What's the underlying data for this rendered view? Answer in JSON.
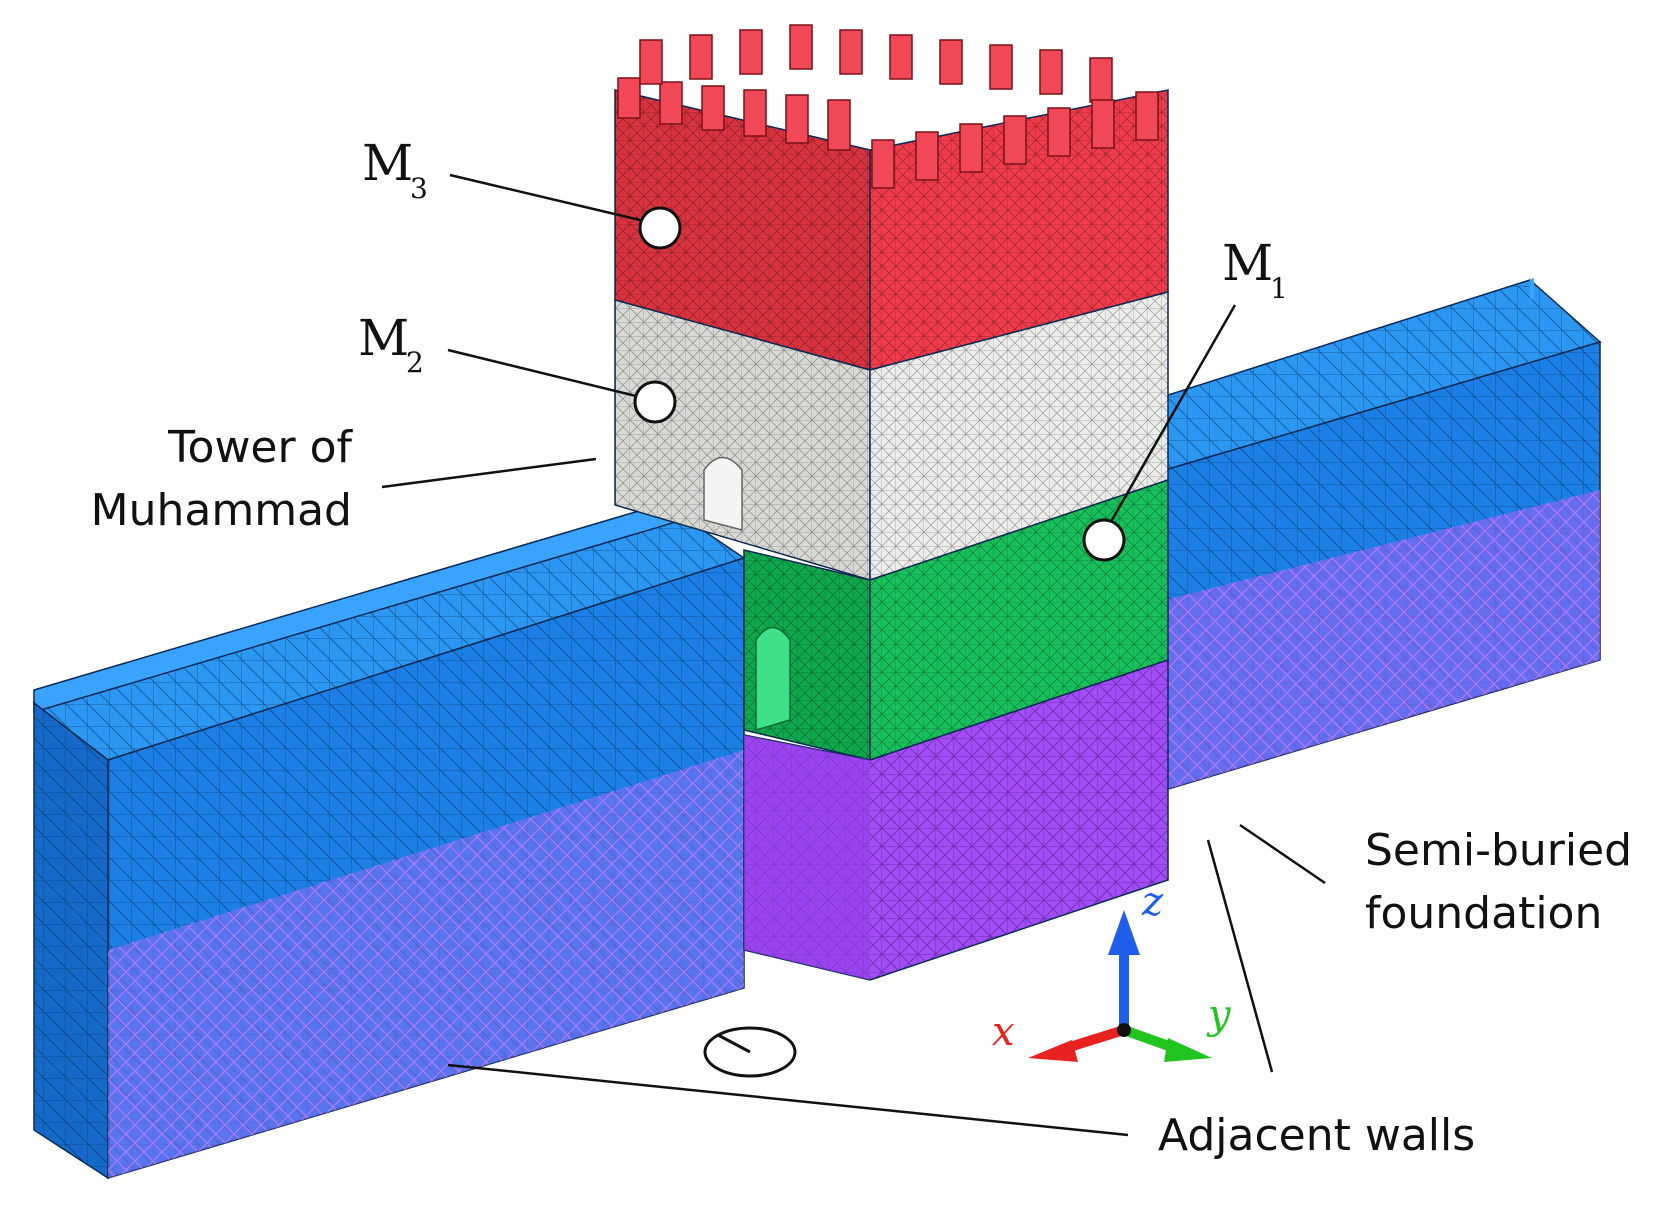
{
  "figure": {
    "labels": {
      "tower": [
        "Tower of",
        "Muhammad"
      ],
      "foundation": [
        "Semi-buried",
        "foundation"
      ],
      "walls": "Adjacent walls"
    },
    "measurement_points": [
      {
        "letter": "M",
        "sub": "3"
      },
      {
        "letter": "M",
        "sub": "2"
      },
      {
        "letter": "M",
        "sub": "1"
      }
    ],
    "axes": {
      "x": "x",
      "y": "y",
      "z": "z"
    }
  },
  "colors": {
    "upper_tower": "#ef3b4a",
    "middle_tower": "#e6e6e3",
    "lower_tower": "#17c05b",
    "walls": "#1e8ff0",
    "foundation": "#b04dff",
    "axis_x": "#e8221e",
    "axis_y": "#22c41f",
    "axis_z": "#1f5ee8"
  }
}
